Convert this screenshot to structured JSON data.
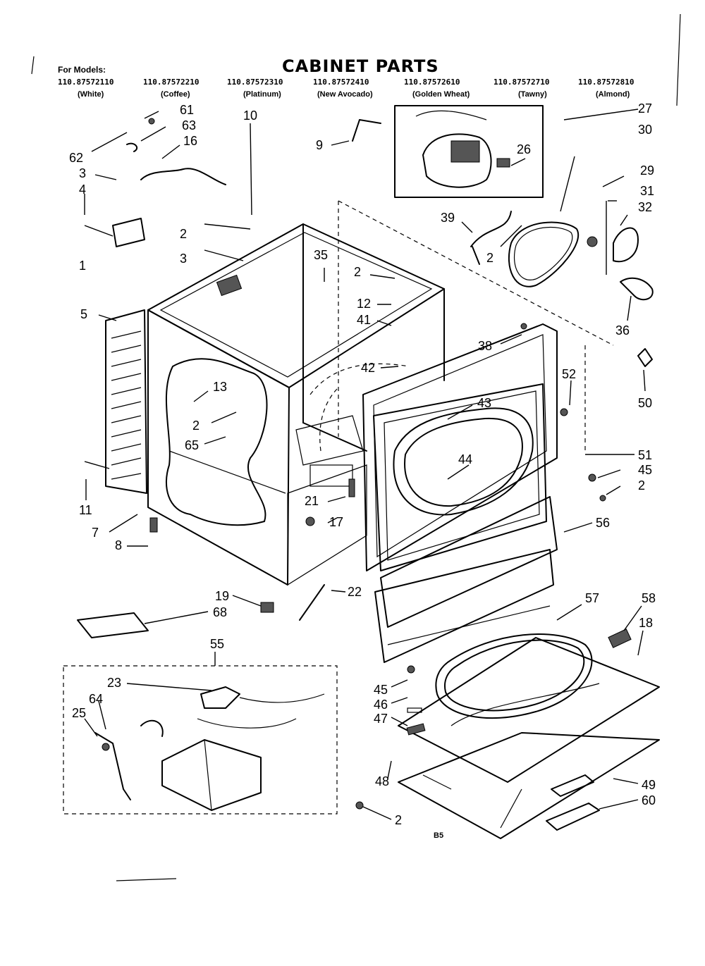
{
  "title": "CABINET PARTS",
  "for_models_label": "For Models:",
  "models": [
    {
      "number": "110.87572110",
      "color": "(White)"
    },
    {
      "number": "110.87572210",
      "color": "(Coffee)"
    },
    {
      "number": "110.87572310",
      "color": "(Platinum)"
    },
    {
      "number": "110.87572410",
      "color": "(New Avocado)"
    },
    {
      "number": "110.87572610",
      "color": "(Golden Wheat)"
    },
    {
      "number": "110.87572710",
      "color": "(Tawny)"
    },
    {
      "number": "110.87572810",
      "color": "(Almond)"
    }
  ],
  "page_stamp": "B5",
  "callouts": [
    "61",
    "63",
    "16",
    "62",
    "3",
    "4",
    "1",
    "2",
    "3",
    "10",
    "9",
    "27",
    "26",
    "30",
    "29",
    "31",
    "32",
    "39",
    "2",
    "35",
    "2",
    "12",
    "41",
    "36",
    "38",
    "50",
    "5",
    "42",
    "13",
    "2",
    "65",
    "52",
    "43",
    "51",
    "44",
    "45",
    "2",
    "11",
    "21",
    "17",
    "7",
    "56",
    "8",
    "19",
    "22",
    "68",
    "57",
    "58",
    "18",
    "55",
    "23",
    "64",
    "25",
    "45",
    "46",
    "47",
    "48",
    "49",
    "60",
    "2"
  ]
}
